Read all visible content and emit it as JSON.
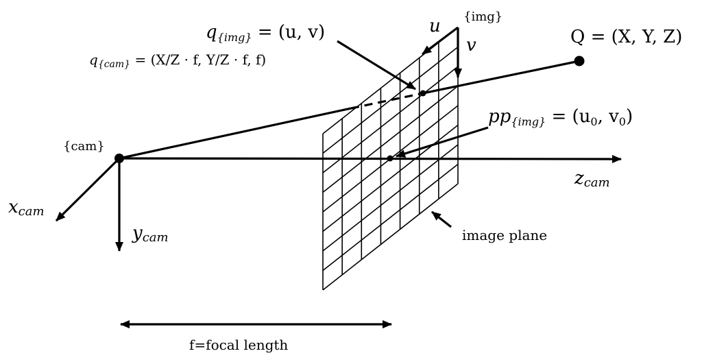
{
  "labels": {
    "cam_frame": "{cam}",
    "img_frame": "{img}",
    "x_axis": "x",
    "x_axis_sub": "cam",
    "y_axis": "y",
    "y_axis_sub": "cam",
    "z_axis": "z",
    "z_axis_sub": "cam",
    "u_axis": "u",
    "v_axis": "v",
    "point_Q": "Q = (X, Y, Z)",
    "q_img_main": "q",
    "q_img_sub": "{img}",
    "q_img_rest": " = (u, v)",
    "q_cam_main": "q",
    "q_cam_sub": "{cam}",
    "q_cam_rest": " = (X/Z · f, Y/Z · f, f)",
    "pp_main": "pp",
    "pp_sub": "{img}",
    "pp_rest": " = (u",
    "pp_u_sub": "0",
    "pp_mid": ", v",
    "pp_v_sub": "0",
    "pp_end": ")",
    "image_plane": "image plane",
    "focal_length": "f=focal length"
  },
  "colors": {
    "ink": "#000000",
    "background": "#ffffff"
  }
}
